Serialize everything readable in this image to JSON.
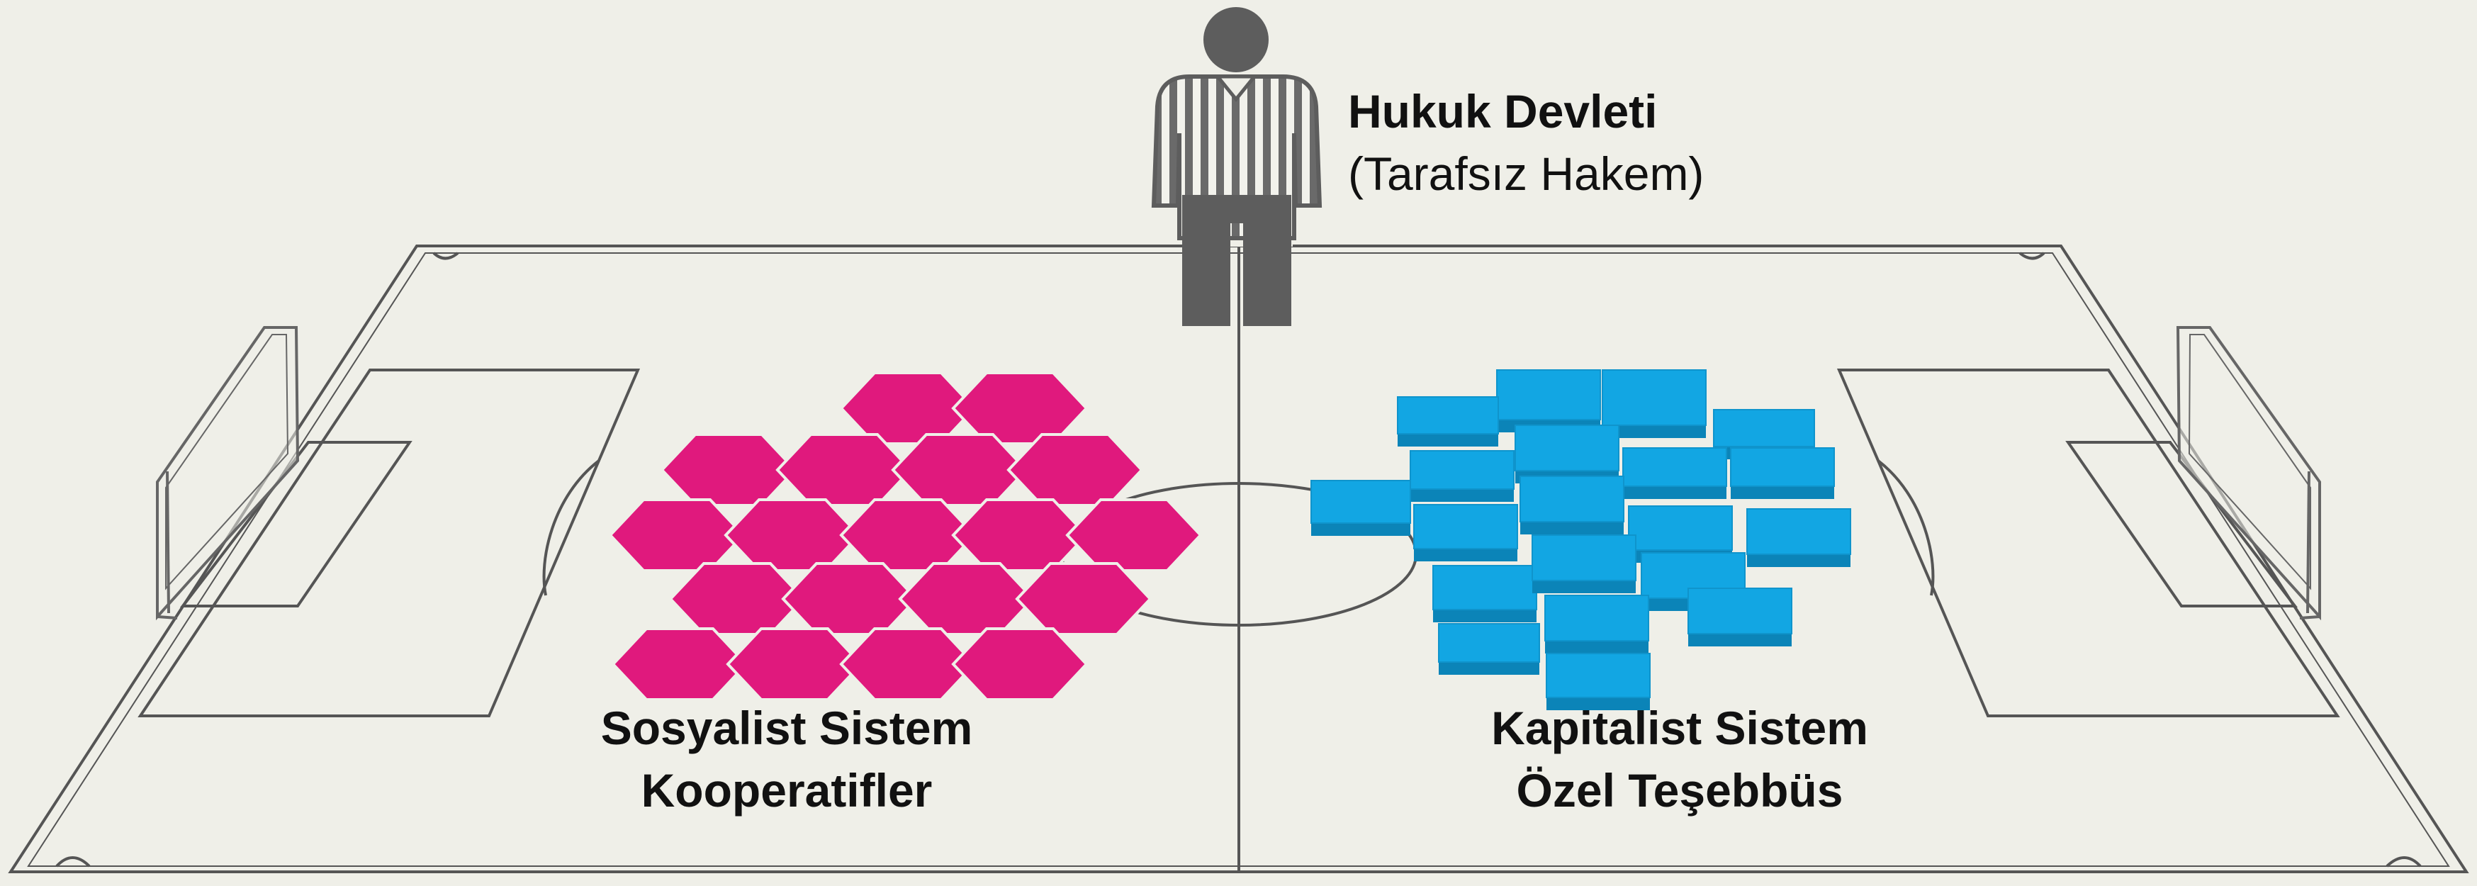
{
  "referee": {
    "title": "Hukuk Devleti",
    "subtitle": "(Tarafsız Hakem)"
  },
  "left_side": {
    "line1": "Sosyalist Sistem",
    "line2": "Kooperatifler",
    "color": "#e0197d"
  },
  "right_side": {
    "line1": "Kapitalist Sistem",
    "line2": "Özel Teşebbüs",
    "color": "#12a6e3"
  },
  "colors": {
    "background": "#efefe8",
    "field_lines": "#555555",
    "referee": "#5d5d5d"
  }
}
